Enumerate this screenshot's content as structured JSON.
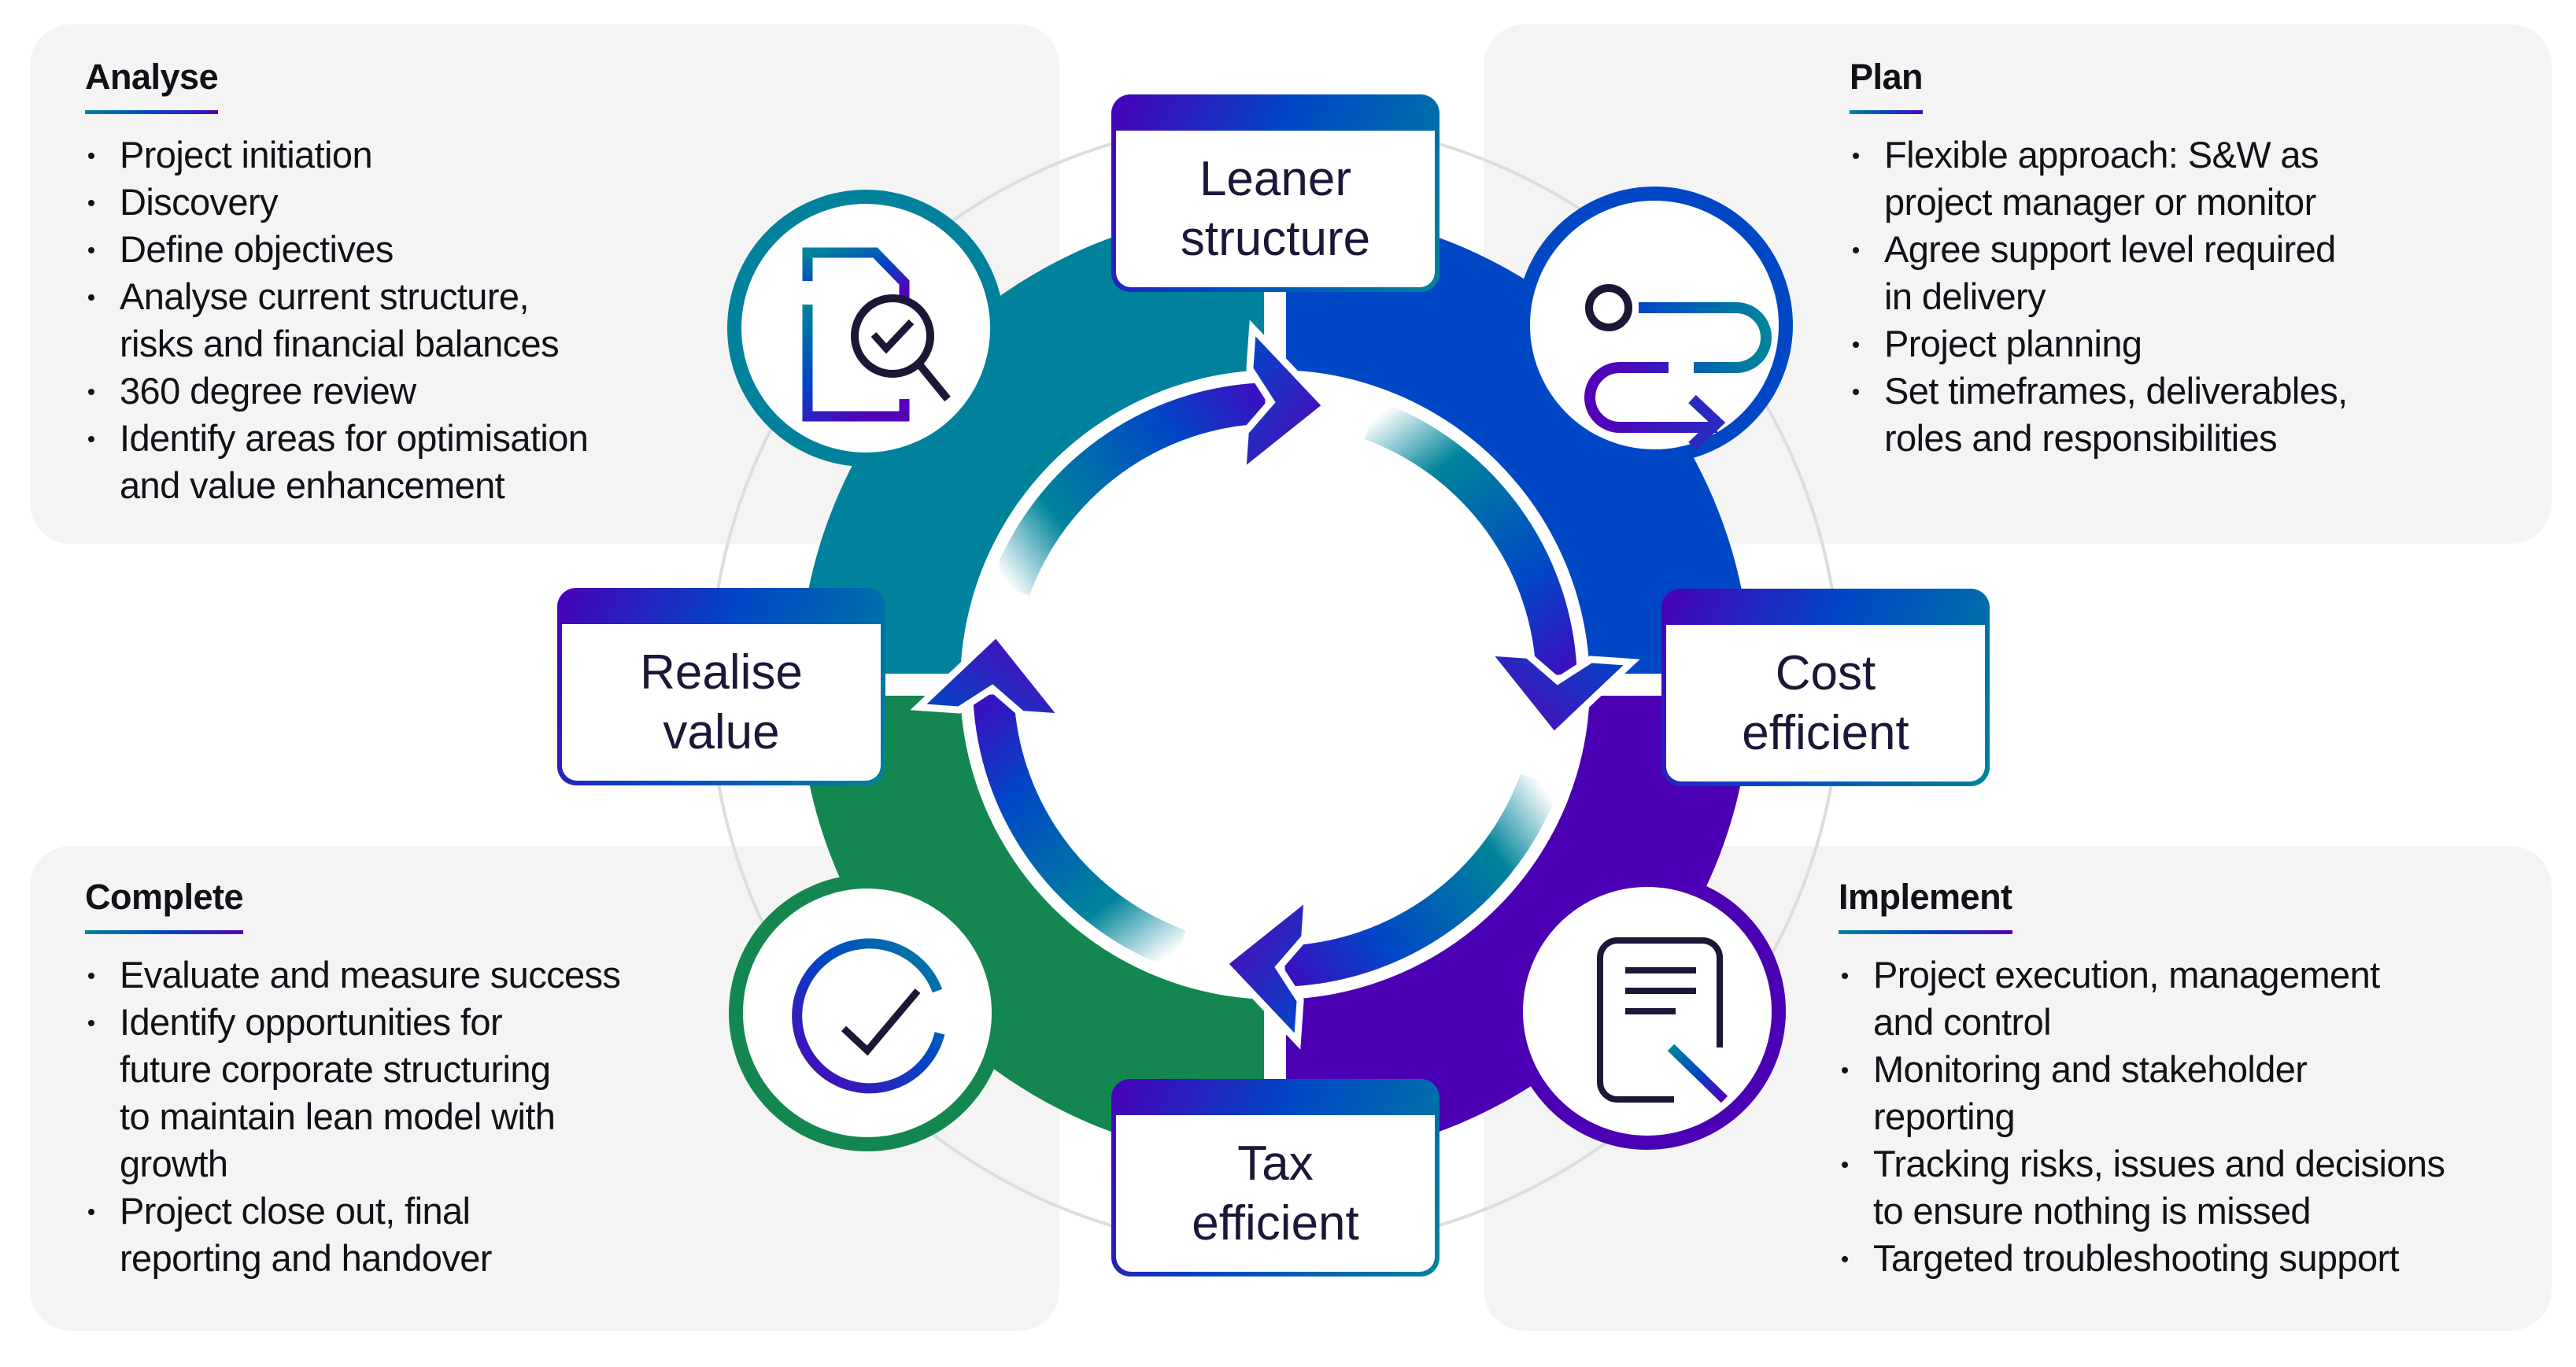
{
  "colors": {
    "analyse": "#00819c",
    "plan": "#0047c6",
    "implement": "#4b00b4",
    "complete": "#13874f",
    "gradient_start": "#00849a",
    "gradient_mid": "#0047c6",
    "gradient_end": "#5400b8",
    "panel_bg": "#f4f4f4"
  },
  "sections": {
    "analyse": {
      "title": "Analyse",
      "icon": "document-search-check-icon",
      "items": [
        "Project initiation",
        "Discovery",
        "Define objectives",
        "Analyse current structure,\nrisks and financial balances",
        "360 degree review",
        "Identify areas for optimisation\nand value enhancement"
      ]
    },
    "plan": {
      "title": "Plan",
      "icon": "route-path-icon",
      "items": [
        "Flexible approach: S&W as\nproject manager or monitor",
        "Agree support level required\nin delivery",
        "Project planning",
        "Set timeframes, deliverables,\nroles and responsibilities"
      ]
    },
    "implement": {
      "title": "Implement",
      "icon": "document-edit-icon",
      "items": [
        "Project execution, management\nand control",
        "Monitoring and stakeholder\nreporting",
        "Tracking risks, issues and decisions\nto ensure nothing is missed",
        "Targeted troubleshooting support"
      ]
    },
    "complete": {
      "title": "Complete",
      "icon": "circle-check-icon",
      "items": [
        "Evaluate and measure success",
        "Identify opportunities for\nfuture corporate structuring\nto maintain lean model with\ngrowth",
        "Project close out, final\nreporting and handover"
      ]
    }
  },
  "cycle": {
    "labels": {
      "top": "Leaner\nstructure",
      "right": "Cost\nefficient",
      "bottom": "Tax\nefficient",
      "left": "Realise\nvalue"
    },
    "direction": "clockwise"
  }
}
